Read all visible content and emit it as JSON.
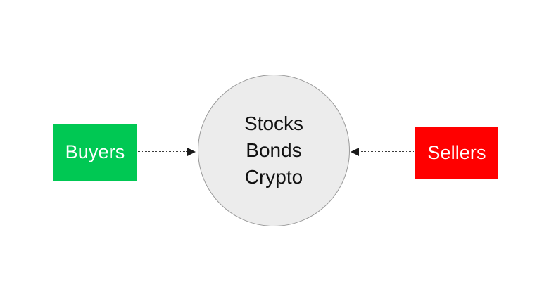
{
  "diagram": {
    "background_color": "#ffffff",
    "nodes": {
      "buyers": {
        "label": "Buyers",
        "shape": "rectangle",
        "fill_color": "#00C853",
        "text_color": "#ffffff"
      },
      "sellers": {
        "label": "Sellers",
        "shape": "rectangle",
        "fill_color": "#FF0000",
        "text_color": "#ffffff"
      },
      "market": {
        "shape": "circle",
        "fill_color": "#ECECEC",
        "border_color": "#9a9a9a",
        "text_color": "#111111",
        "lines": [
          "Stocks",
          "Bonds",
          "Crypto"
        ]
      }
    },
    "edges": [
      {
        "id": "buyers-to-market",
        "from": "buyers",
        "to": "market",
        "style": "dotted",
        "color": "#3a3a3a",
        "arrowhead": "end",
        "label": ""
      },
      {
        "id": "sellers-to-market",
        "from": "sellers",
        "to": "market",
        "style": "dotted",
        "color": "#3a3a3a",
        "arrowhead": "end",
        "label": ""
      }
    ]
  }
}
